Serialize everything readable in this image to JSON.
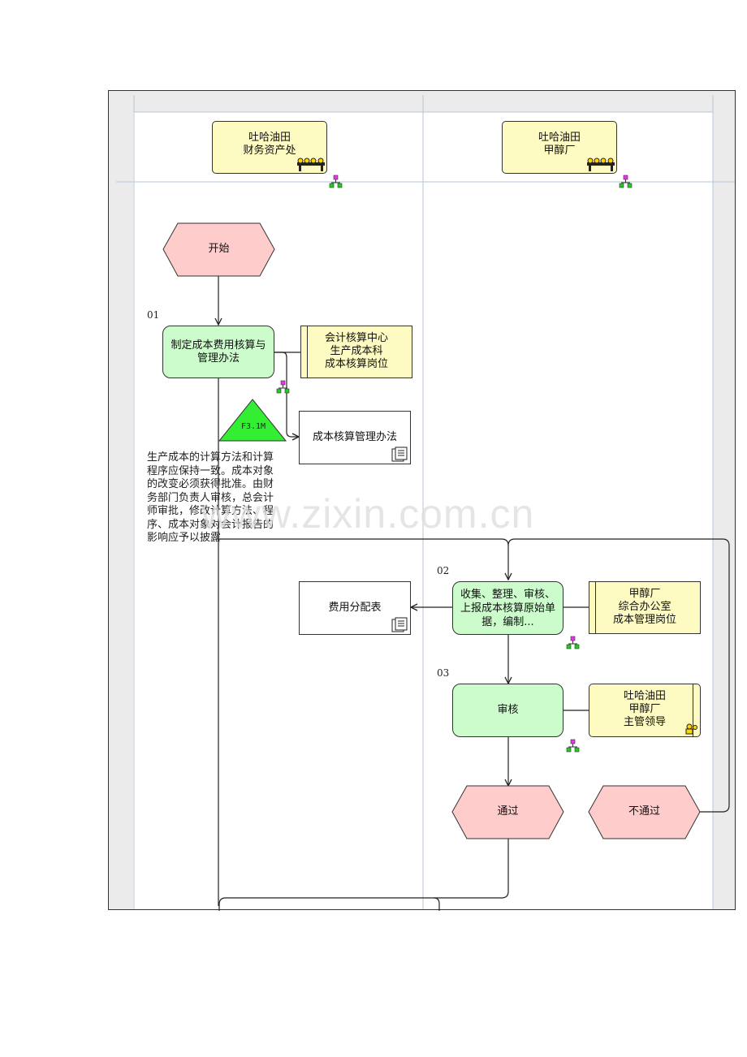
{
  "lanes": [
    {
      "header_line1": "吐哈油田",
      "header_line2": "财务资产处"
    },
    {
      "header_line1": "吐哈油田",
      "header_line2": "甲醇厂"
    }
  ],
  "events": {
    "start": "开始",
    "pass": "通过",
    "fail": "不通过"
  },
  "steps": [
    {
      "number": "01",
      "label": "制定成本费用核算与管理办法",
      "role_lines": [
        "会计核算中心",
        "生产成本科",
        "成本核算岗位"
      ]
    },
    {
      "number": "02",
      "label": "收集、整理、审核、上报成本核算原始单据，编制...",
      "role_lines": [
        "甲醇厂",
        "综合办公室",
        "成本管理岗位"
      ]
    },
    {
      "number": "03",
      "label": "审核",
      "role_lines": [
        "吐哈油田",
        "甲醇厂",
        "主管领导"
      ]
    }
  ],
  "documents": {
    "cost_method": "成本核算管理办法",
    "cost_allocation": "费用分配表"
  },
  "system_label": "F3.1M",
  "note_text": "生产成本的计算方法和计算程序应保持一致。成本对象的改变必须获得批准。由财务部门负责人审核，总会计师审批，修改计算方法、程序、成本对象对会计报告的影响应予以披露",
  "watermark": "www.zixin.com.cn",
  "colors": {
    "event_fill": "#ffcccc",
    "process_fill": "#ccfccc",
    "org_fill": "#fdfac2",
    "system_fill": "#33ee33"
  }
}
